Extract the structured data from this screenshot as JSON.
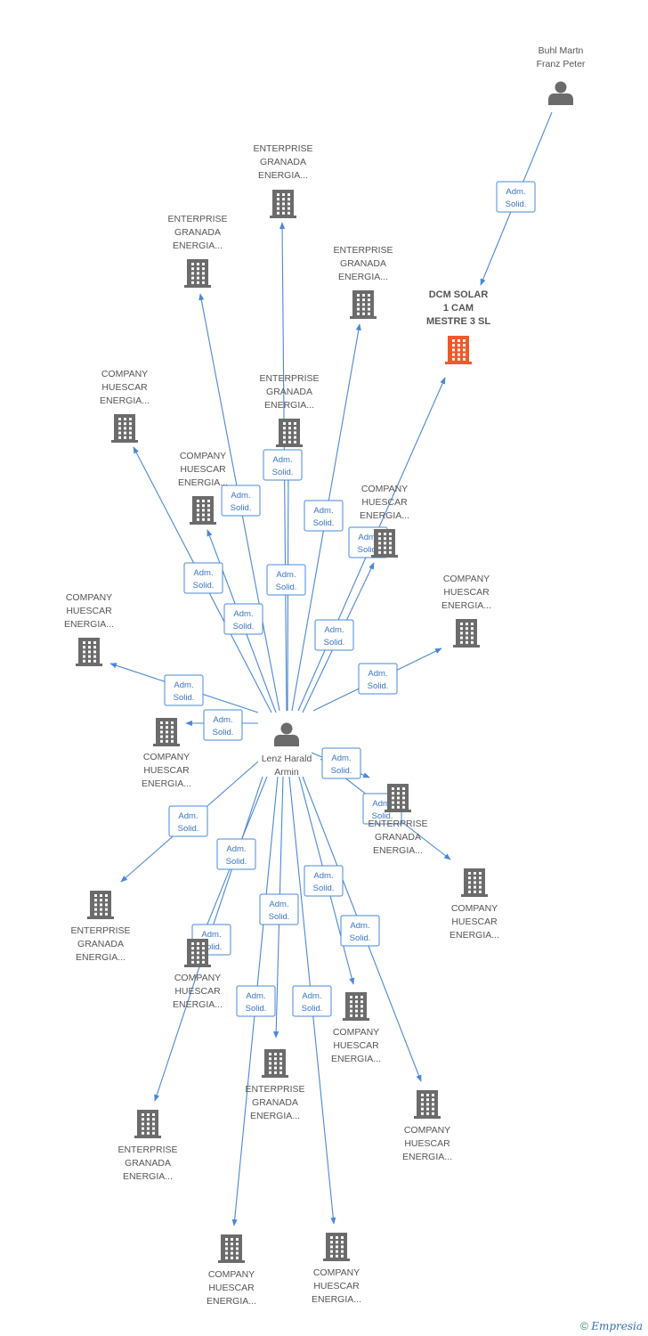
{
  "colors": {
    "edge": "#4a88d8",
    "edge_text": "#3a74c4",
    "node_icon": "#6b6b6b",
    "highlight_icon": "#f0592a",
    "label": "#555555"
  },
  "edge_label_lines": [
    "Adm.",
    "Solid."
  ],
  "nodes": [
    {
      "id": "buhl",
      "type": "person",
      "label": [
        "Buhl Martn",
        "Franz Peter"
      ]
    },
    {
      "id": "lenz",
      "type": "person",
      "label": [
        "Lenz Harald",
        "Armin"
      ]
    },
    {
      "id": "dcm",
      "type": "company",
      "highlight": true,
      "label": [
        "DCM SOLAR",
        "1 CAM",
        "MESTRE 3 SL"
      ]
    },
    {
      "id": "c1",
      "type": "company",
      "label": [
        "ENTERPRISE",
        "GRANADA",
        "ENERGIA..."
      ]
    },
    {
      "id": "c2",
      "type": "company",
      "label": [
        "ENTERPRISE",
        "GRANADA",
        "ENERGIA..."
      ]
    },
    {
      "id": "c3",
      "type": "company",
      "label": [
        "ENTERPRISE",
        "GRANADA",
        "ENERGIA..."
      ]
    },
    {
      "id": "c4",
      "type": "company",
      "label": [
        "COMPANY",
        "HUESCAR",
        "ENERGIA..."
      ]
    },
    {
      "id": "c5",
      "type": "company",
      "label": [
        "ENTERPRISE",
        "GRANADA",
        "ENERGIA..."
      ]
    },
    {
      "id": "c6",
      "type": "company",
      "label": [
        "COMPANY",
        "HUESCAR",
        "ENERGIA..."
      ]
    },
    {
      "id": "c7",
      "type": "company",
      "label": [
        "COMPANY",
        "HUESCAR",
        "ENERGIA..."
      ]
    },
    {
      "id": "c8",
      "type": "company",
      "label": [
        "COMPANY",
        "HUESCAR",
        "ENERGIA..."
      ]
    },
    {
      "id": "c9",
      "type": "company",
      "label": [
        "COMPANY",
        "HUESCAR",
        "ENERGIA..."
      ]
    },
    {
      "id": "c10",
      "type": "company",
      "label": [
        "COMPANY",
        "HUESCAR",
        "ENERGIA..."
      ]
    },
    {
      "id": "c11",
      "type": "company",
      "label": [
        "ENTERPRISE",
        "GRANADA",
        "ENERGIA..."
      ]
    },
    {
      "id": "c12",
      "type": "company",
      "label": [
        "COMPANY",
        "HUESCAR",
        "ENERGIA..."
      ]
    },
    {
      "id": "c13",
      "type": "company",
      "label": [
        "ENTERPRISE",
        "GRANADA",
        "ENERGIA..."
      ]
    },
    {
      "id": "c14",
      "type": "company",
      "label": [
        "COMPANY",
        "HUESCAR",
        "ENERGIA..."
      ]
    },
    {
      "id": "c15",
      "type": "company",
      "label": [
        "COMPANY",
        "HUESCAR",
        "ENERGIA..."
      ]
    },
    {
      "id": "c16",
      "type": "company",
      "label": [
        "ENTERPRISE",
        "GRANADA",
        "ENERGIA..."
      ]
    },
    {
      "id": "c17",
      "type": "company",
      "label": [
        "COMPANY",
        "HUESCAR",
        "ENERGIA..."
      ]
    },
    {
      "id": "c18",
      "type": "company",
      "label": [
        "ENTERPRISE",
        "GRANADA",
        "ENERGIA..."
      ]
    },
    {
      "id": "c19",
      "type": "company",
      "label": [
        "COMPANY",
        "HUESCAR",
        "ENERGIA..."
      ]
    },
    {
      "id": "c20",
      "type": "company",
      "label": [
        "COMPANY",
        "HUESCAR",
        "ENERGIA..."
      ]
    },
    {
      "id": "c21",
      "type": "company",
      "label": [
        "COMPANY",
        "HUESCAR",
        "ENERGIA..."
      ]
    }
  ],
  "edges": [
    {
      "from": "buhl",
      "to": "dcm"
    },
    {
      "from": "lenz",
      "to": "dcm"
    },
    {
      "from": "lenz",
      "to": "c1"
    },
    {
      "from": "lenz",
      "to": "c2"
    },
    {
      "from": "lenz",
      "to": "c3"
    },
    {
      "from": "lenz",
      "to": "c4"
    },
    {
      "from": "lenz",
      "to": "c5"
    },
    {
      "from": "lenz",
      "to": "c6"
    },
    {
      "from": "lenz",
      "to": "c7"
    },
    {
      "from": "lenz",
      "to": "c8"
    },
    {
      "from": "lenz",
      "to": "c9"
    },
    {
      "from": "lenz",
      "to": "c10"
    },
    {
      "from": "lenz",
      "to": "c11"
    },
    {
      "from": "lenz",
      "to": "c12"
    },
    {
      "from": "lenz",
      "to": "c13"
    },
    {
      "from": "lenz",
      "to": "c14"
    },
    {
      "from": "lenz",
      "to": "c15"
    },
    {
      "from": "lenz",
      "to": "c16"
    },
    {
      "from": "lenz",
      "to": "c17"
    },
    {
      "from": "lenz",
      "to": "c18"
    },
    {
      "from": "lenz",
      "to": "c19"
    },
    {
      "from": "lenz",
      "to": "c20"
    },
    {
      "from": "lenz",
      "to": "c21"
    }
  ],
  "watermark": {
    "copyright": "©",
    "brand": "Empresia"
  }
}
